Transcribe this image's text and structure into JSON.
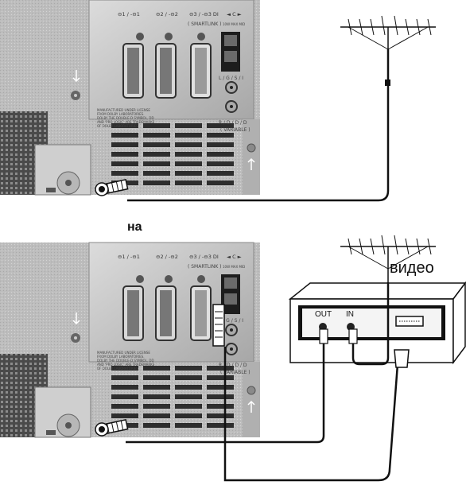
{
  "labels": {
    "na": "на",
    "video": "видео",
    "vcr_out": "OUT",
    "vcr_in": "IN"
  },
  "panel_text": {
    "scart1": "⊖1 / -⊖1",
    "scart2": "⊖2 / -⊖2",
    "scart3": "⊖3 / -⊖3 DI",
    "smartlink": "( SMARTLINK )",
    "center": "◄ C ►",
    "speaker_spec": "10W MAX MID",
    "audio_lr": "L / G / S / I",
    "audio_rd": "R / D / D / D",
    "variable": "( VARIABLE )",
    "license": [
      "MANUFACTURED UNDER LICENSE",
      "FROM DOLBY LABORATORIES.",
      "DOLBY THE DOUBLE-D SYMBOL, DD",
      "AND 'PRO LOGIC' ARE TRADEMARKS",
      "OF DOLBY LABORATORIES"
    ]
  },
  "colors": {
    "panel_light": "#c9c9c9",
    "panel_dark": "#3b3b3b",
    "cable": "#111111",
    "vcr_body": "#ffffff"
  }
}
